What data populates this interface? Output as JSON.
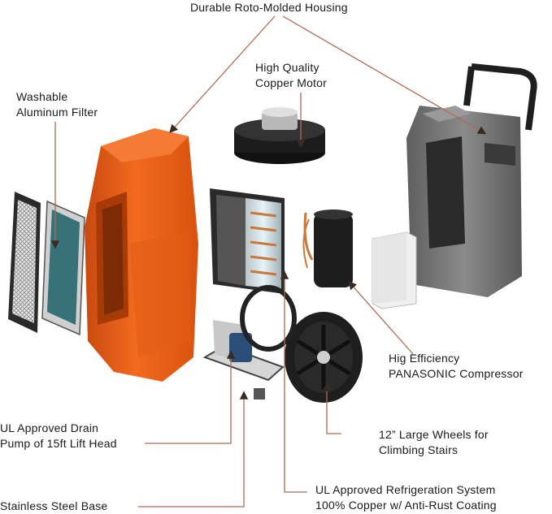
{
  "labels": {
    "housing": "Durable Roto-Molded Housing",
    "motor": [
      "High Quality",
      "Copper Motor"
    ],
    "filter": [
      "Washable",
      "Aluminum Filter"
    ],
    "compressor": [
      "Hig Efficiency",
      "PANASONIC Compressor"
    ],
    "pump": [
      "UL Approved Drain",
      "Pump of 15ft Lift Head"
    ],
    "wheels": [
      "12” Large Wheels for",
      "Climbing Stairs"
    ],
    "base": "Stainless Steel Base",
    "refrigeration": [
      "UL Approved Refrigeration System",
      "100% Copper w/ Anti-Rust Coating"
    ]
  },
  "colors": {
    "housing_orange": "#e85a14",
    "leader_line": "#b85a3c",
    "gray_housing": "#707070",
    "wheel_black": "#1e1e1e"
  }
}
